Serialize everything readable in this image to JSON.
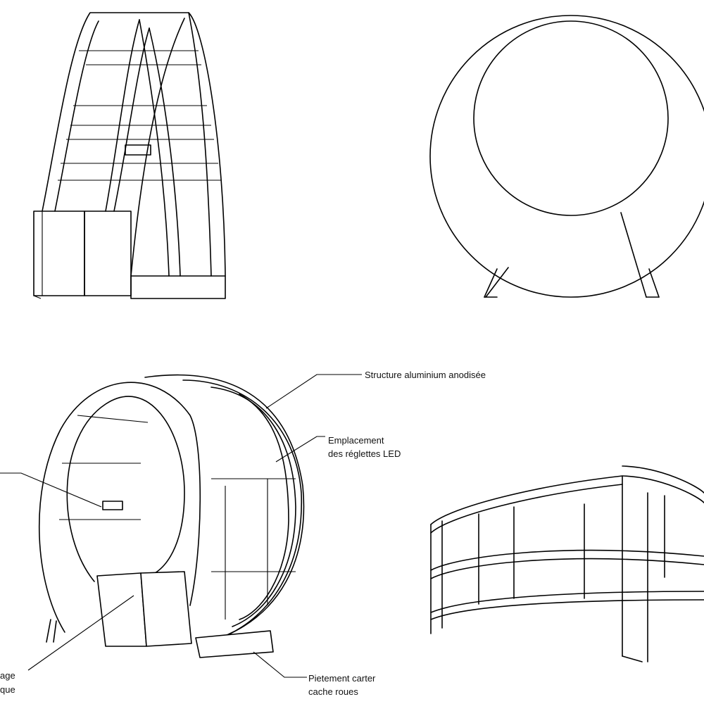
{
  "labels": {
    "structure": "Structure aluminium anodisée",
    "led_line1": "Emplacement",
    "led_line2": "des réglettes LED",
    "feet_line1": "Pietement carter",
    "feet_line2": "cache roues",
    "cut_left_1": "age",
    "cut_left_2": "que"
  }
}
